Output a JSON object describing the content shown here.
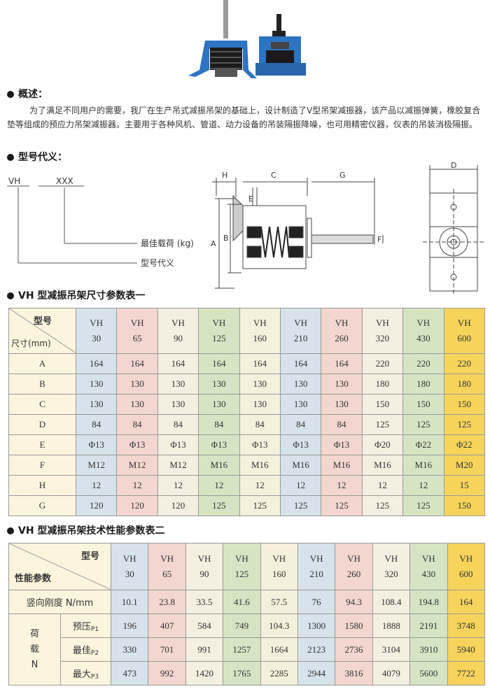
{
  "sections": {
    "overview": "概述：",
    "model_code": "型号代义：",
    "table1_title": "VH 型减振吊架尺寸参数表一",
    "table2_title": "VH 型减振吊架技术性能参数表二"
  },
  "intro_text": "为了满足不同用户的需要，我厂在生产吊式减振吊架的基础上，设计制造了V型吊架减振器，该产品以减振弹簧，橡胶复合垫等组成的预应力吊架减振器。主要用于各种风机、管道、动力设备的吊装隔振降噪，也可用精密仪器，仪表的吊装消极隔振。",
  "code_diagram": {
    "prefix": "VH",
    "suffix": "XXX",
    "label_load": "最佳载荷 (kg)",
    "label_model": "型号代义"
  },
  "drawing_labels": {
    "H": "H",
    "C": "C",
    "G": "G",
    "D": "D",
    "A": "A",
    "B": "B",
    "E": "E",
    "F": "F"
  },
  "table1": {
    "corner_top": "型号",
    "corner_bottom": "尺寸(mm)",
    "models": [
      {
        "l1": "VH",
        "l2": "30"
      },
      {
        "l1": "VH",
        "l2": "65"
      },
      {
        "l1": "VH",
        "l2": "90"
      },
      {
        "l1": "VH",
        "l2": "125"
      },
      {
        "l1": "VH",
        "l2": "160"
      },
      {
        "l1": "VH",
        "l2": "210"
      },
      {
        "l1": "VH",
        "l2": "260"
      },
      {
        "l1": "VH",
        "l2": "320"
      },
      {
        "l1": "VH",
        "l2": "430"
      },
      {
        "l1": "VH",
        "l2": "600"
      }
    ],
    "rows": [
      {
        "label": "A",
        "values": [
          "164",
          "164",
          "164",
          "164",
          "164",
          "164",
          "164",
          "220",
          "220",
          "220"
        ]
      },
      {
        "label": "B",
        "values": [
          "130",
          "130",
          "130",
          "130",
          "130",
          "130",
          "130",
          "180",
          "180",
          "180"
        ]
      },
      {
        "label": "C",
        "values": [
          "130",
          "130",
          "130",
          "130",
          "130",
          "130",
          "130",
          "150",
          "150",
          "150"
        ]
      },
      {
        "label": "D",
        "values": [
          "84",
          "84",
          "84",
          "84",
          "84",
          "84",
          "84",
          "125",
          "125",
          "125"
        ]
      },
      {
        "label": "E",
        "values": [
          "Φ13",
          "Φ13",
          "Φ13",
          "Φ13",
          "Φ13",
          "Φ13",
          "Φ13",
          "Φ20",
          "Φ22",
          "Φ22"
        ]
      },
      {
        "label": "F",
        "values": [
          "M12",
          "M12",
          "M12",
          "M16",
          "M16",
          "M16",
          "M16",
          "M16",
          "M16",
          "M20"
        ]
      },
      {
        "label": "H",
        "values": [
          "12",
          "12",
          "12",
          "12",
          "12",
          "12",
          "12",
          "12",
          "12",
          "15"
        ]
      },
      {
        "label": "G",
        "values": [
          "120",
          "120",
          "120",
          "125",
          "125",
          "125",
          "125",
          "125",
          "125",
          "150"
        ]
      }
    ]
  },
  "table2": {
    "corner_top": "型号",
    "corner_bottom": "性能参数",
    "stiffness_label": "竖向刚度 N/mm",
    "stiffness_values": [
      "10.1",
      "23.8",
      "33.5",
      "41.6",
      "57.5",
      "76",
      "94.3",
      "108.4",
      "194.8",
      "164"
    ],
    "load_group": {
      "c1": "荷",
      "c2": "载",
      "c3": "N"
    },
    "load_rows": [
      {
        "label": "预压",
        "sub": "P1",
        "values": [
          "196",
          "407",
          "584",
          "749",
          "104.3",
          "1300",
          "1580",
          "1888",
          "2191",
          "3748"
        ]
      },
      {
        "label": "最佳",
        "sub": "P2",
        "values": [
          "330",
          "701",
          "991",
          "1257",
          "1664",
          "2123",
          "2736",
          "3104",
          "3910",
          "5940"
        ]
      },
      {
        "label": "最大",
        "sub": "P3",
        "values": [
          "473",
          "992",
          "1420",
          "1765",
          "2285",
          "2944",
          "3816",
          "4079",
          "5600",
          "7722"
        ]
      }
    ]
  }
}
